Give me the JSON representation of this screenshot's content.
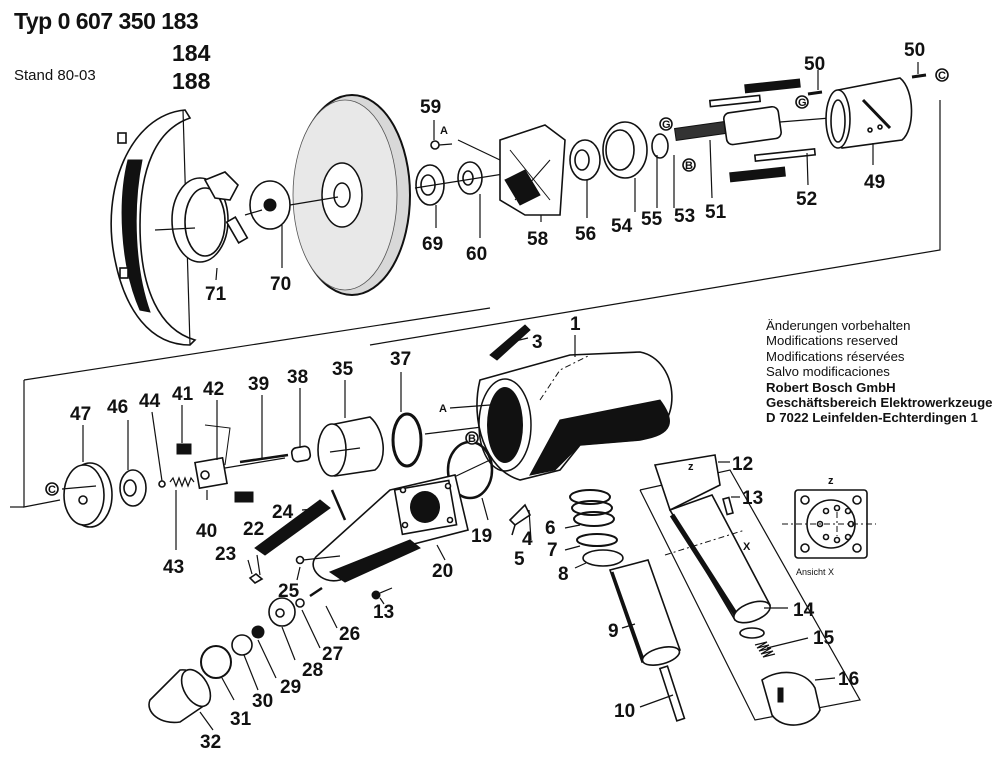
{
  "header": {
    "type_prefix": "Typ 0 607 350 183",
    "variant_2": "184",
    "variant_3": "188",
    "stand": "Stand 80-03"
  },
  "notes": {
    "line1": "Änderungen vorbehalten",
    "line2": "Modifications reserved",
    "line3": "Modifications réservées",
    "line4": "Salvo modificaciones",
    "company": "Robert Bosch GmbH",
    "division": "Geschäftsbereich Elektrowerkzeuge",
    "address": "D 7022 Leinfelden-Echterdingen 1"
  },
  "view_x": {
    "top_label": "z",
    "caption": "Ansicht X"
  },
  "reference_marks": {
    "A": "A",
    "B": "B",
    "C": "C",
    "G": "G",
    "X": "X",
    "Z": "z"
  },
  "parts": {
    "p1": "1",
    "p3": "3",
    "p4": "4",
    "p5": "5",
    "p6": "6",
    "p7": "7",
    "p8": "8",
    "p9": "9",
    "p10": "10",
    "p12": "12",
    "p13a": "13",
    "p13b": "13",
    "p14": "14",
    "p15": "15",
    "p16": "16",
    "p19": "19",
    "p20": "20",
    "p22": "22",
    "p23": "23",
    "p24": "24",
    "p25": "25",
    "p26": "26",
    "p27": "27",
    "p28": "28",
    "p29": "29",
    "p30": "30",
    "p31": "31",
    "p32": "32",
    "p35": "35",
    "p37": "37",
    "p38": "38",
    "p39": "39",
    "p40": "40",
    "p41": "41",
    "p42": "42",
    "p43": "43",
    "p44": "44",
    "p46": "46",
    "p47": "47",
    "p49": "49",
    "p50a": "50",
    "p50b": "50",
    "p51": "51",
    "p52": "52",
    "p53": "53",
    "p54": "54",
    "p55": "55",
    "p56": "56",
    "p58": "58",
    "p59": "59",
    "p60": "60",
    "p69": "69",
    "p70": "70",
    "p71": "71"
  }
}
